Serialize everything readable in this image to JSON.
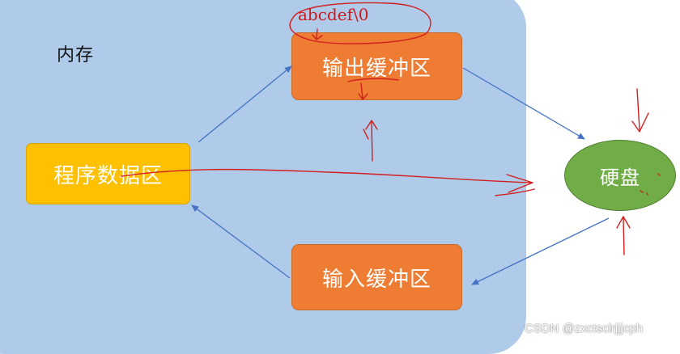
{
  "memory": {
    "label": "内存"
  },
  "boxes": {
    "program": "程序数据区",
    "output": "输出缓冲区",
    "input": "输入缓冲区",
    "disk": "硬盘"
  },
  "annotation": {
    "text": "abcdef\\0"
  },
  "watermark": "CSDN @zxctsclrjjjcph",
  "colors": {
    "memory_bg": "#afcbe9",
    "buffer": "#ee7d33",
    "program": "#ffc000",
    "disk": "#70ad47",
    "flow_arrow": "#4472c4",
    "annotation": "#cc1b1b"
  }
}
